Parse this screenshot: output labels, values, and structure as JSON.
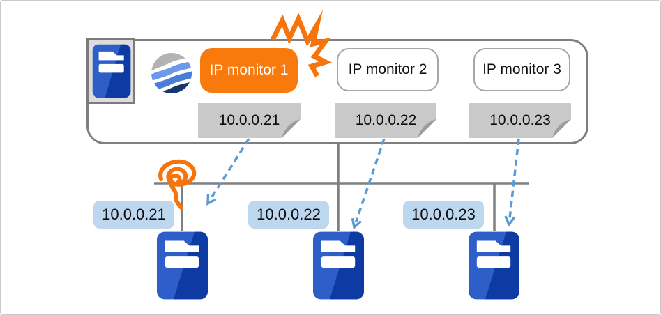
{
  "diagram": {
    "type": "network-monitoring-diagram",
    "cluster": {
      "monitors": [
        {
          "label": "IP monitor 1",
          "target_ip": "10.0.0.21",
          "status": "failed"
        },
        {
          "label": "IP monitor 2",
          "target_ip": "10.0.0.22",
          "status": "normal"
        },
        {
          "label": "IP monitor 3",
          "target_ip": "10.0.0.23",
          "status": "normal"
        }
      ]
    },
    "servers": [
      {
        "ip": "10.0.0.21",
        "link": "broken"
      },
      {
        "ip": "10.0.0.22",
        "link": "ok"
      },
      {
        "ip": "10.0.0.23",
        "link": "ok"
      }
    ],
    "icons": {
      "cluster_server": "server-icon",
      "brand_logo": "wave-globe-logo-icon",
      "monitor1_failure": "explosion-burst-icon",
      "server1_link_failure": "orange-coil-scribble-icon",
      "monitor_arrows": "blue-dashed-arrow-icon",
      "note_shape": "folded-corner-note"
    },
    "colors": {
      "accent_orange": "#F87A0D",
      "doodle_orange": "#F5740B",
      "note_fill": "#C9C9C9",
      "note_fold": "#9C9C9C",
      "ip_label_fill": "#BDD7EE",
      "arrow_blue": "#5B9BD5",
      "server_blue": "#2E5EC8",
      "server_blue_dark": "#0D3AA3",
      "line_gray": "#7F7F7F",
      "logo_gray": "#B3B3B3",
      "logo_blue_light": "#6D9AE8",
      "logo_blue": "#487ED6",
      "logo_navy": "#16376E"
    }
  }
}
